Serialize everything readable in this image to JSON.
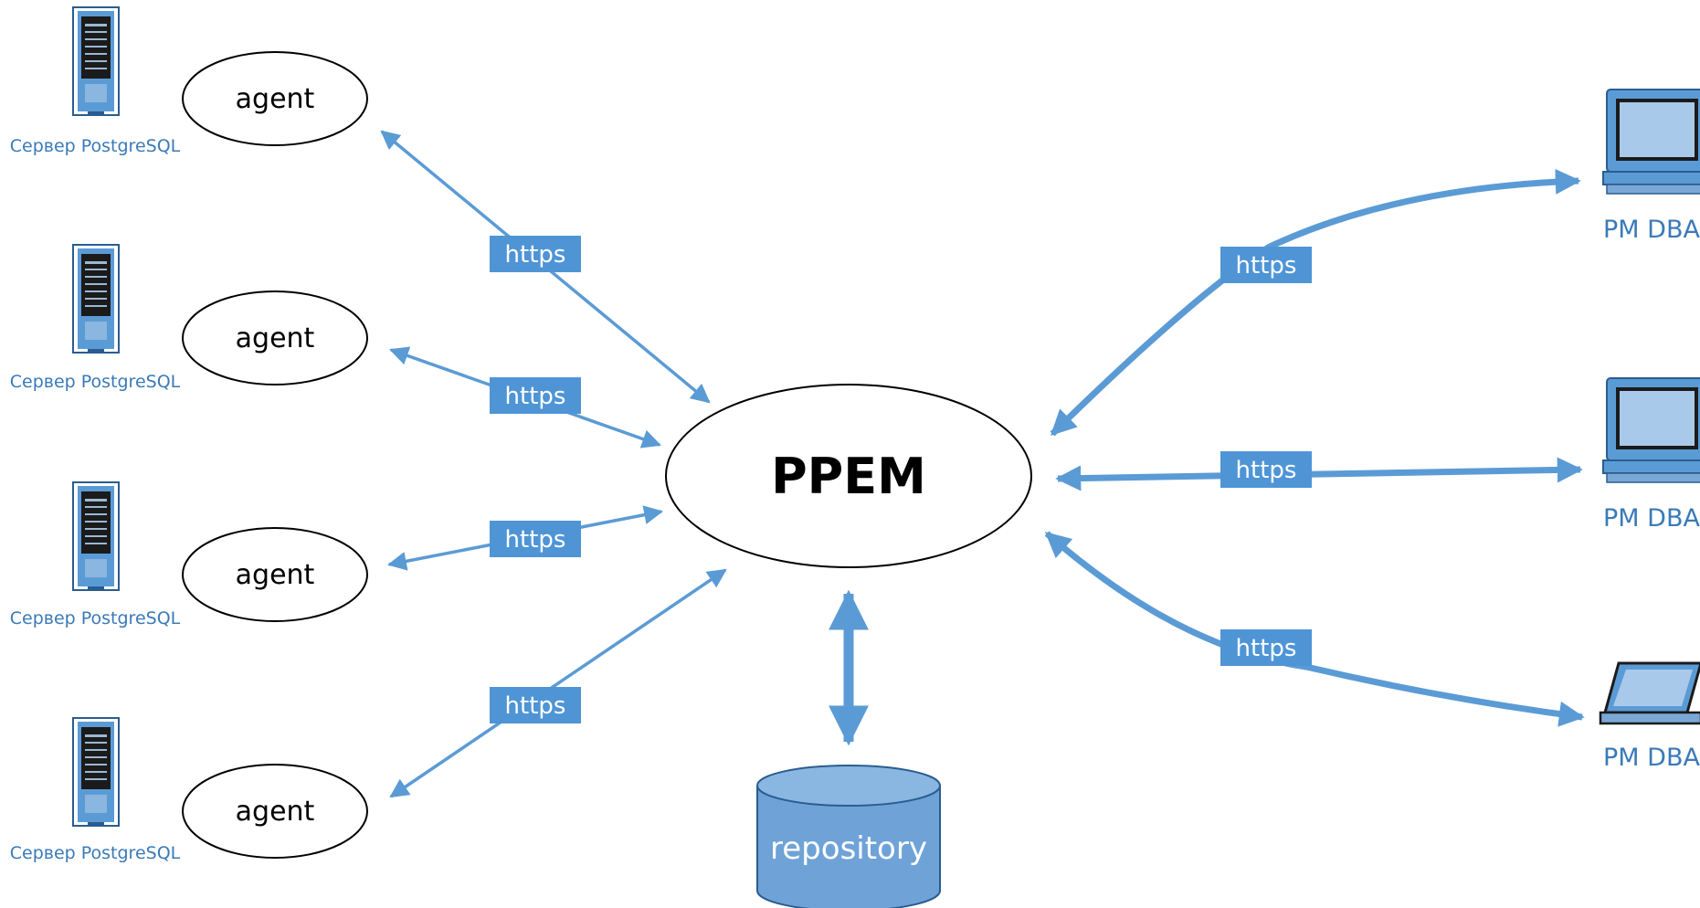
{
  "diagram": {
    "center_label": "PPEM",
    "repository_label": "repository",
    "protocol_label": "https",
    "agents": [
      {
        "label": "agent",
        "server_caption": "Сервер PostgreSQL"
      },
      {
        "label": "agent",
        "server_caption": "Сервер PostgreSQL"
      },
      {
        "label": "agent",
        "server_caption": "Сервер PostgreSQL"
      },
      {
        "label": "agent",
        "server_caption": "Сервер PostgreSQL"
      }
    ],
    "clients": [
      {
        "label": "PM DBA",
        "icon": "desktop-computer-icon"
      },
      {
        "label": "PM DBA",
        "icon": "desktop-computer-icon"
      },
      {
        "label": "PM DBA",
        "icon": "laptop-icon"
      }
    ],
    "colors": {
      "accent": "#5b9bd5",
      "label_box": "#4f95d6",
      "caption": "#3a7ab8",
      "outline": "#000000"
    }
  }
}
